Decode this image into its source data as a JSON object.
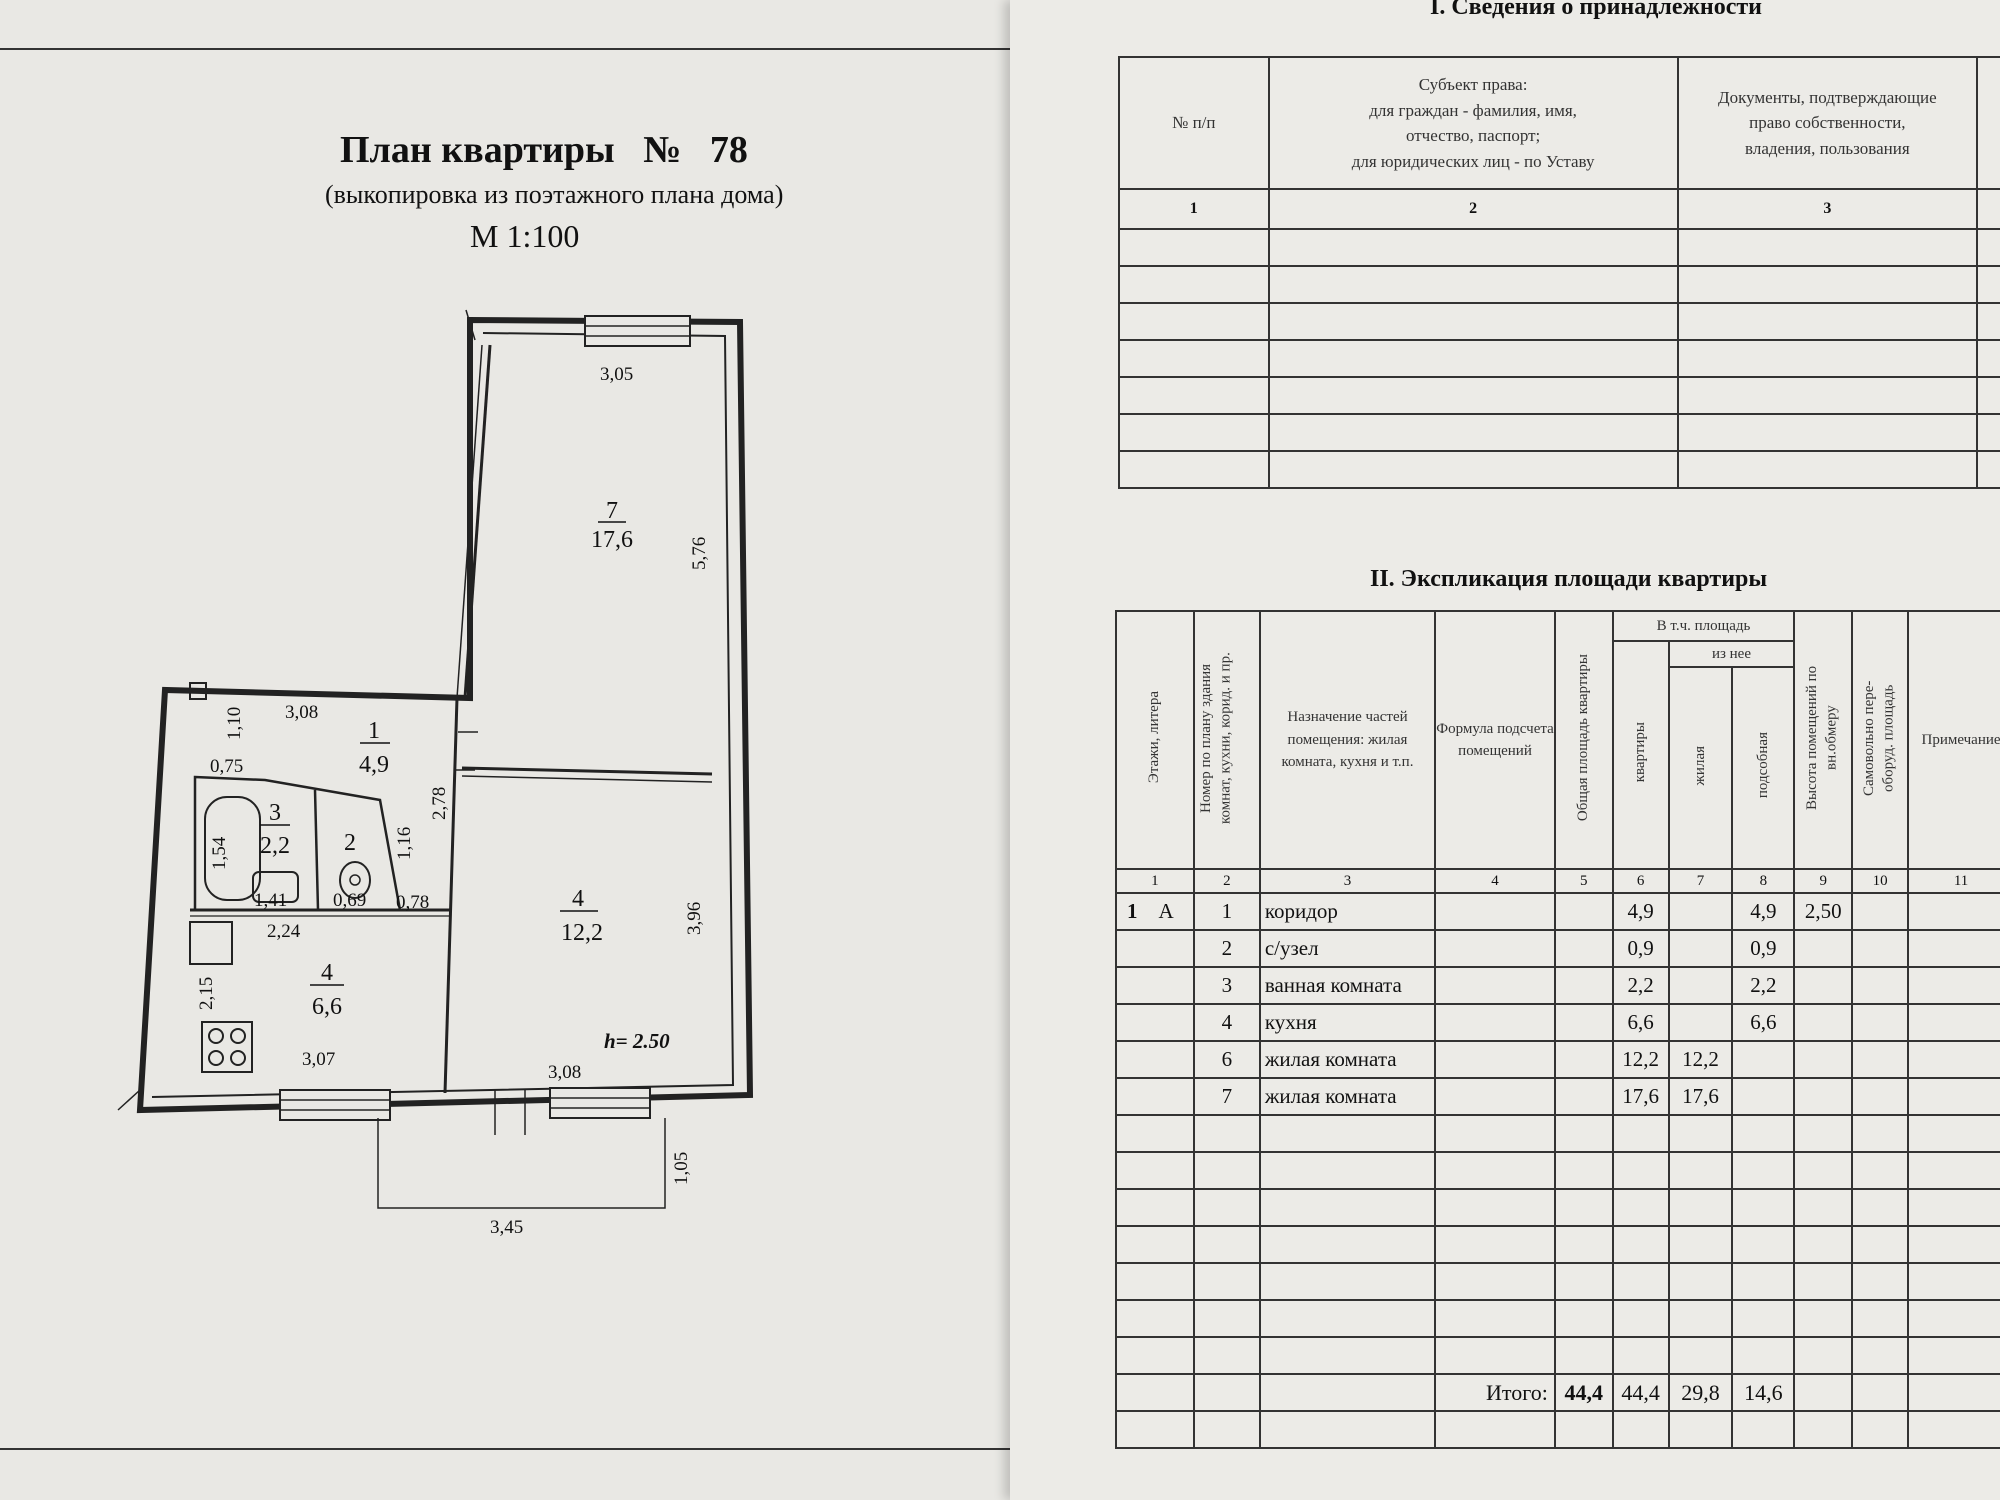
{
  "plan": {
    "title": "План квартиры",
    "number_sign": "№",
    "apartment_number": "78",
    "subtitle": "(выкопировка из поэтажного плана дома)",
    "scale": "М 1:100",
    "height_label": "h= 2.50",
    "dims": {
      "d305": "3,05",
      "d576": "5,76",
      "d308a": "3,08",
      "d110": "1,10",
      "d075": "0,75",
      "d154": "1,54",
      "d116": "1,16",
      "d278": "2,78",
      "d141": "1,41",
      "d069": "0,69",
      "d078": "0,78",
      "d224": "2,24",
      "d215": "2,15",
      "d307": "3,07",
      "d396": "3,96",
      "d308b": "3,08",
      "d105": "1,05",
      "d345": "3,45"
    },
    "rooms": {
      "r7_num": "7",
      "r7_area": "17,6",
      "r1_num": "1",
      "r1_area": "4,9",
      "r3_num": "3",
      "r3_area": "2,2",
      "r2_num": "2",
      "r4a_num": "4",
      "r4a_area": "12,2",
      "r4b_num": "4",
      "r4b_area": "6,6"
    }
  },
  "ownership": {
    "title": "I. Сведения о принадлежности",
    "headers": [
      "№ п/п",
      "Субъект права:\nдля граждан - фамилия, имя,\nотчество, паспорт;\nдля юридических лиц - по Уставу",
      "Документы, подтверждающие\nправо собственности,\nвладения, пользования"
    ],
    "column_numbers": [
      "1",
      "2",
      "3"
    ]
  },
  "explication": {
    "title": "II. Экспликация площади квартиры",
    "headers": {
      "h1": "Этажи, литера",
      "h2": "Номер по плану здания комнат, кухни, корид. и пр.",
      "h3": "Назначение частей помещения: жилая комната, кухня и т.п.",
      "h4": "Формула подсчета помещений",
      "h5": "Общая площадь квартиры",
      "group": "В т.ч. площадь",
      "subgroup": "из нее",
      "h6": "квартиры",
      "h7": "жилая",
      "h8": "подсобная",
      "h9": "Высота помещений по вн.обмеру",
      "h10": "Самовольно пере-оборуд. площадь",
      "h11": "Примечание"
    },
    "column_numbers": [
      "1",
      "2",
      "3",
      "4",
      "5",
      "6",
      "7",
      "8",
      "9",
      "10",
      "11"
    ],
    "floor": "1",
    "litera": "А",
    "rows": [
      {
        "no": "1",
        "name": "коридор",
        "apt": "4,9",
        "living": "",
        "aux": "4,9",
        "height": "2,50"
      },
      {
        "no": "2",
        "name": "с/узел",
        "apt": "0,9",
        "living": "",
        "aux": "0,9",
        "height": ""
      },
      {
        "no": "3",
        "name": "ванная комната",
        "apt": "2,2",
        "living": "",
        "aux": "2,2",
        "height": ""
      },
      {
        "no": "4",
        "name": "кухня",
        "apt": "6,6",
        "living": "",
        "aux": "6,6",
        "height": ""
      },
      {
        "no": "6",
        "name": "жилая комната",
        "apt": "12,2",
        "living": "12,2",
        "aux": "",
        "height": ""
      },
      {
        "no": "7",
        "name": "жилая комната",
        "apt": "17,6",
        "living": "17,6",
        "aux": "",
        "height": ""
      }
    ],
    "total": {
      "label": "Итого:",
      "total": "44,4",
      "apt": "44,4",
      "living": "29,8",
      "aux": "14,6"
    }
  }
}
